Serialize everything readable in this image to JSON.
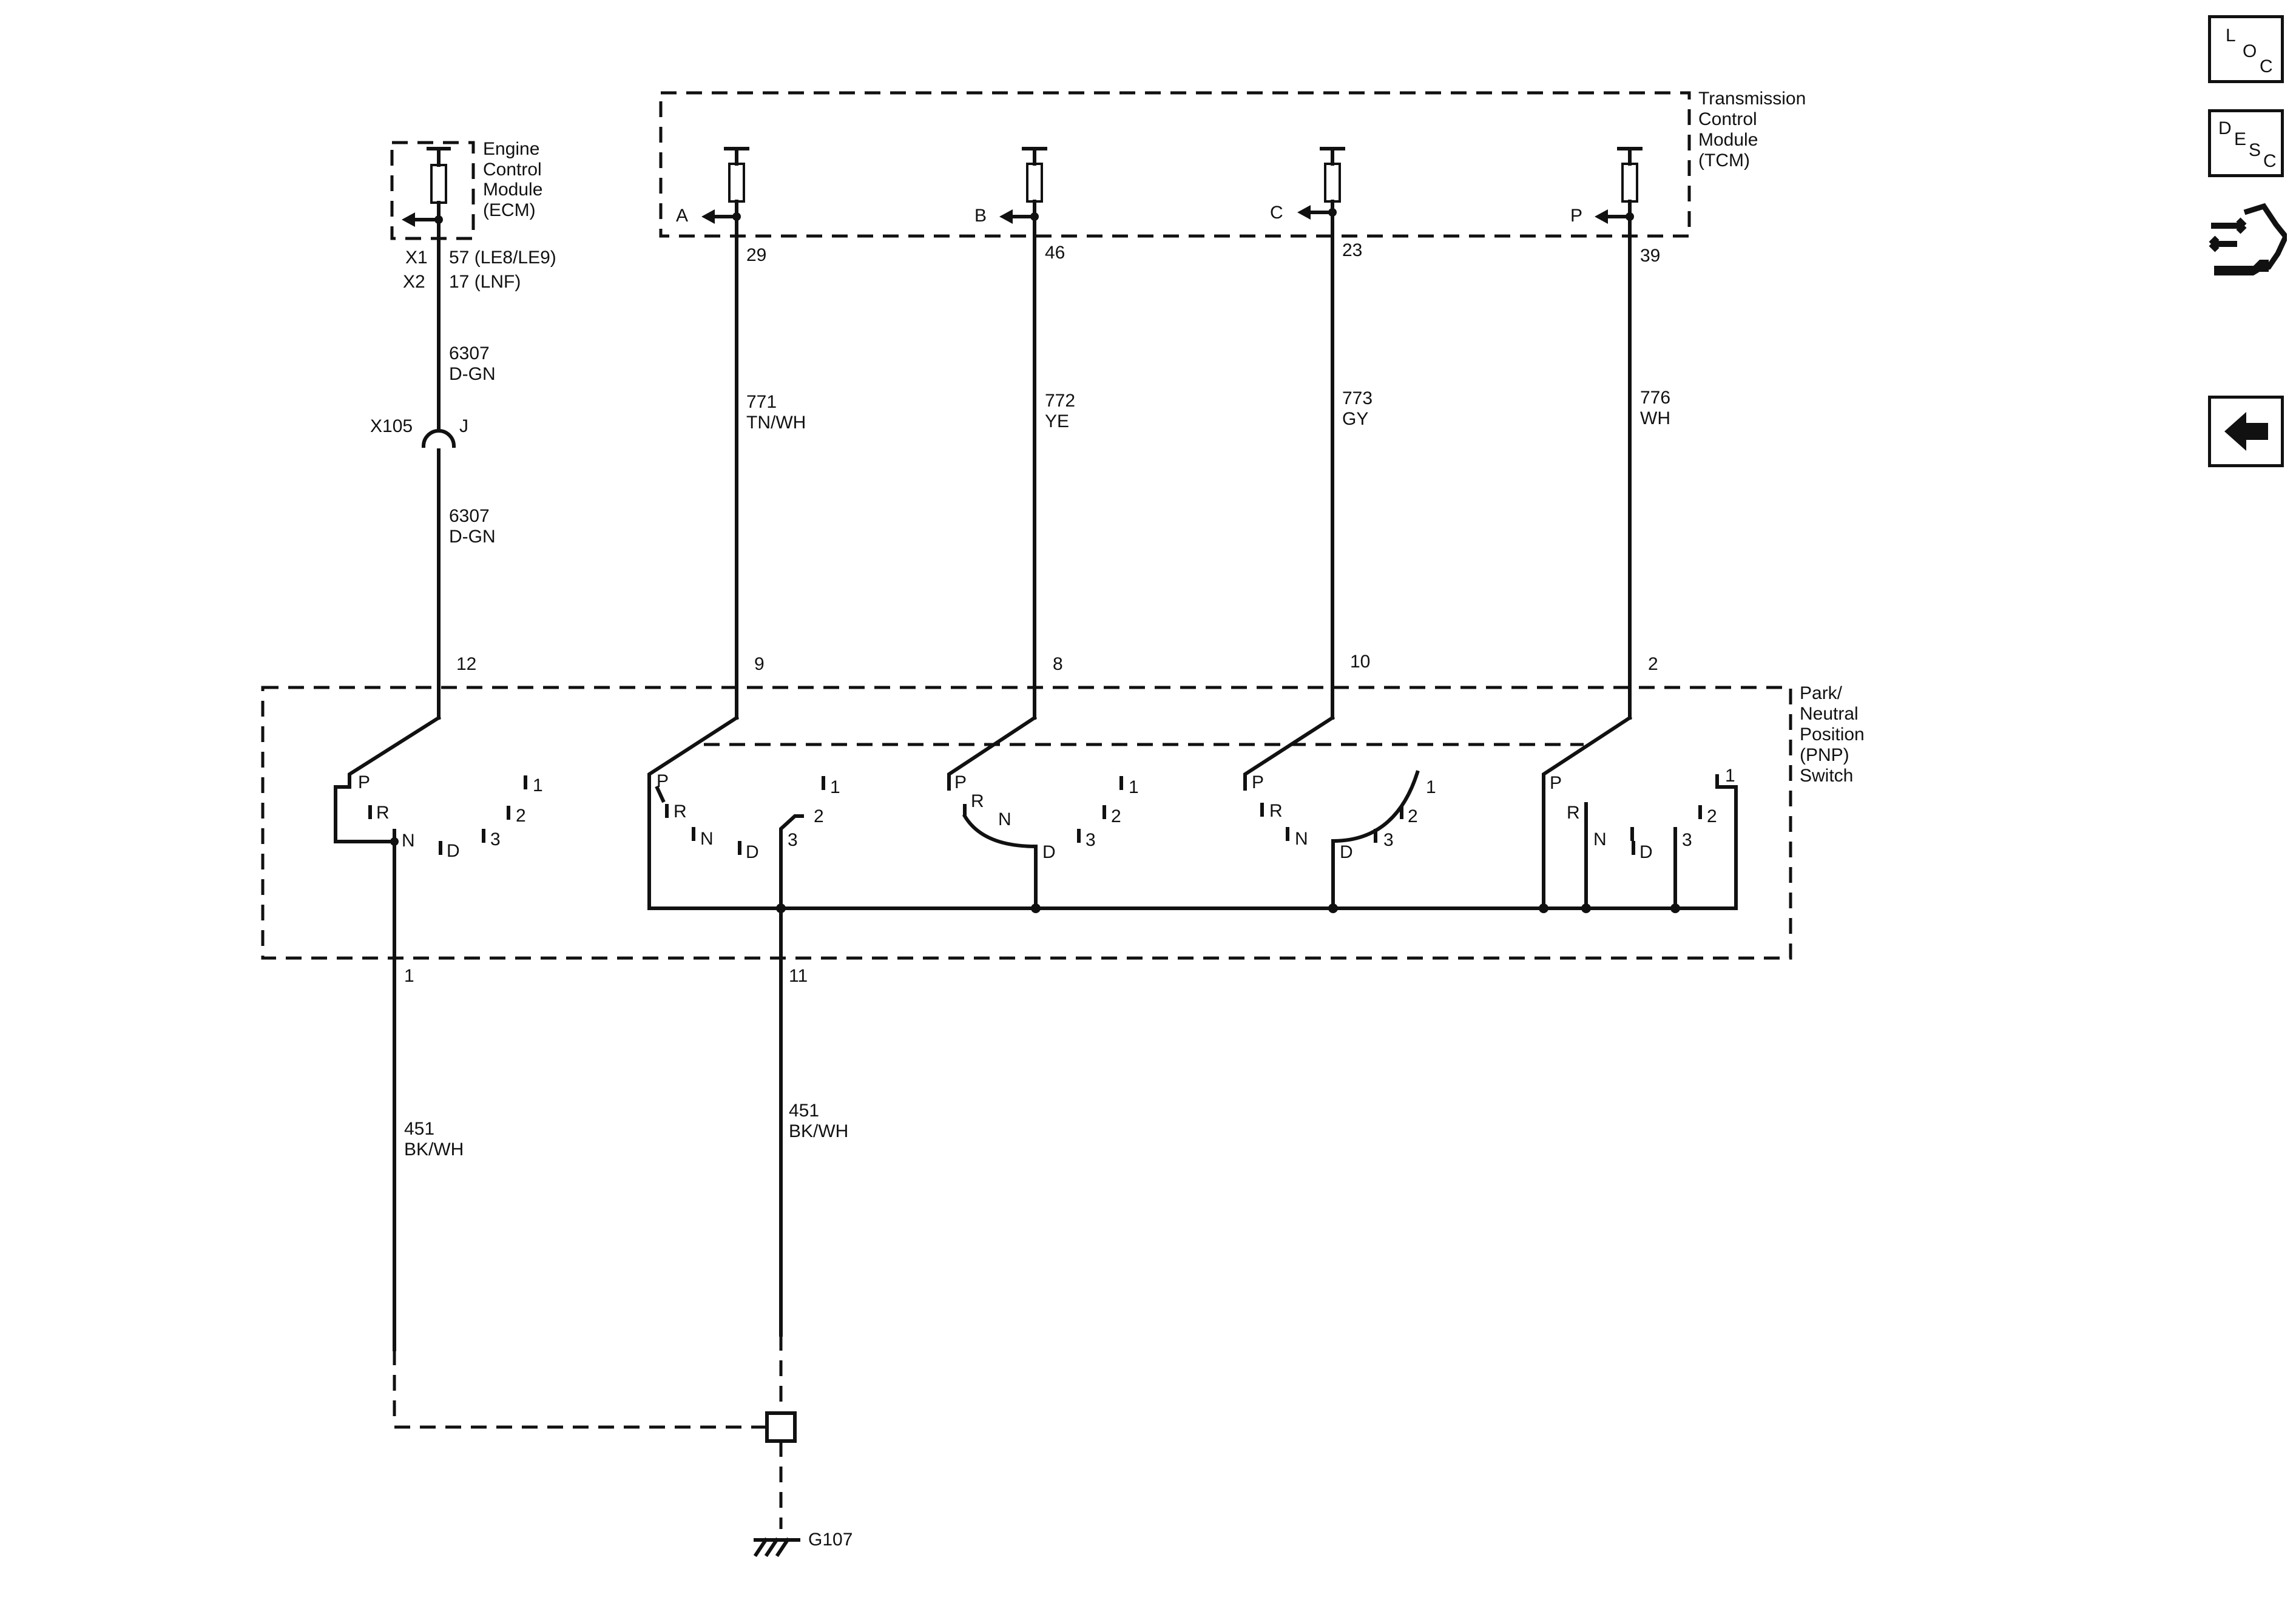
{
  "ecm": {
    "label_lines": [
      "Engine",
      "Control",
      "Module",
      "(ECM)"
    ],
    "connector_1": "X1",
    "pin_1": "57 (LE8/LE9)",
    "connector_2": "X2",
    "pin_2": "17 (LNF)"
  },
  "tcm": {
    "label_lines": [
      "Transmission",
      "Control",
      "Module",
      "(TCM)"
    ],
    "inputs": [
      {
        "letter": "A",
        "pin": "29",
        "circuit": "771",
        "color": "TN/WH",
        "switch_pin": "9"
      },
      {
        "letter": "B",
        "pin": "46",
        "circuit": "772",
        "color": "YE",
        "switch_pin": "8"
      },
      {
        "letter": "C",
        "pin": "23",
        "circuit": "773",
        "color": "GY",
        "switch_pin": "10"
      },
      {
        "letter": "P",
        "pin": "39",
        "circuit": "776",
        "color": "WH",
        "switch_pin": "2"
      }
    ]
  },
  "ecm_wire": {
    "upper_circuit": "6307",
    "upper_color": "D-GN",
    "connector": "X105",
    "connector_pin": "J",
    "lower_circuit": "6307",
    "lower_color": "D-GN",
    "switch_pin": "12"
  },
  "pnp_switch": {
    "label_lines": [
      "Park/",
      "Neutral",
      "Position",
      "(PNP)",
      "Switch"
    ],
    "positions": [
      "P",
      "R",
      "N",
      "D",
      "3",
      "2",
      "1"
    ],
    "ground_pins": [
      "1",
      "11"
    ]
  },
  "ground_wires": [
    {
      "circuit": "451",
      "color": "BK/WH"
    },
    {
      "circuit": "451",
      "color": "BK/WH"
    }
  ],
  "ground": {
    "label": "G107"
  },
  "nav": {
    "loc": [
      "L",
      "O",
      "C"
    ],
    "desc": [
      "D",
      "E",
      "S",
      "C"
    ]
  }
}
